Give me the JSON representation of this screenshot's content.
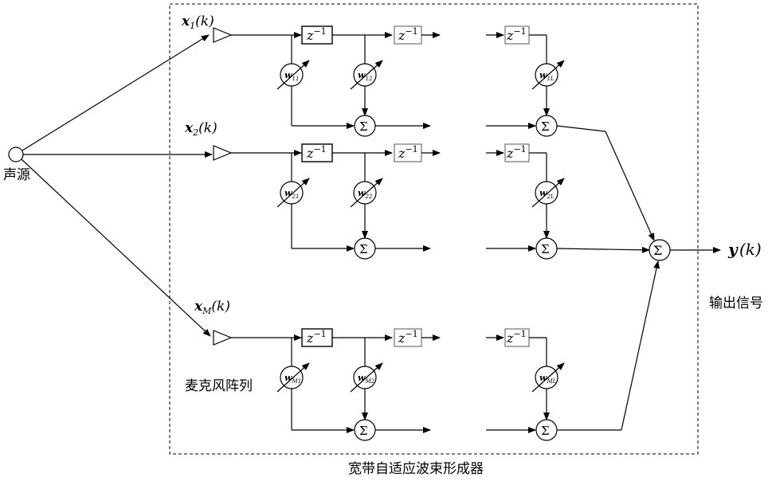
{
  "source_label": "声源",
  "beamformer_label": "宽带自适应波束形成器",
  "mic_array_label": "麦克风阵列",
  "output_signal_label": "输出信号",
  "output_var": "y",
  "output_arg": "(k)",
  "delay_label": "z",
  "delay_exp": "−1",
  "sum_symbol": "Σ",
  "channels": [
    {
      "input_var": "x",
      "input_sub": "1",
      "input_arg": "(k)",
      "weights": [
        {
          "w": "w",
          "sub": "11"
        },
        {
          "w": "w",
          "sub": "12"
        },
        {
          "w": "w",
          "sub": "1L"
        }
      ]
    },
    {
      "input_var": "x",
      "input_sub": "2",
      "input_arg": "(k)",
      "weights": [
        {
          "w": "w",
          "sub": "21"
        },
        {
          "w": "w",
          "sub": "22"
        },
        {
          "w": "w",
          "sub": "2L"
        }
      ]
    },
    {
      "input_var": "x",
      "input_sub": "M",
      "input_arg": "(k)",
      "weights": [
        {
          "w": "w",
          "sub": "M1"
        },
        {
          "w": "w",
          "sub": "M2"
        },
        {
          "w": "w",
          "sub": "ML"
        }
      ]
    }
  ]
}
